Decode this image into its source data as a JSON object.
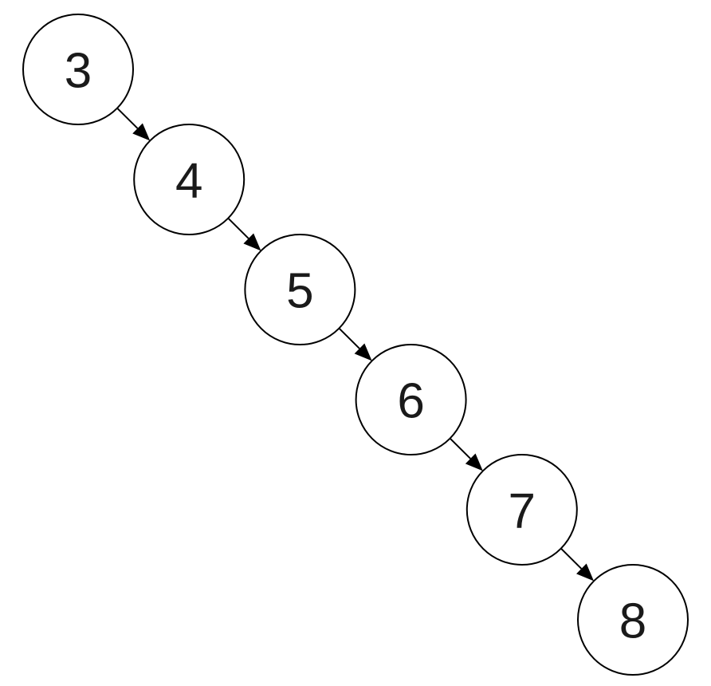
{
  "diagram": {
    "type": "linked-list-tree",
    "nodes": [
      {
        "id": "n3",
        "label": "3"
      },
      {
        "id": "n4",
        "label": "4"
      },
      {
        "id": "n5",
        "label": "5"
      },
      {
        "id": "n6",
        "label": "6"
      },
      {
        "id": "n7",
        "label": "7"
      },
      {
        "id": "n8",
        "label": "8"
      }
    ],
    "edges": [
      {
        "from": "n3",
        "to": "n4"
      },
      {
        "from": "n4",
        "to": "n5"
      },
      {
        "from": "n5",
        "to": "n6"
      },
      {
        "from": "n6",
        "to": "n7"
      },
      {
        "from": "n7",
        "to": "n8"
      }
    ]
  }
}
